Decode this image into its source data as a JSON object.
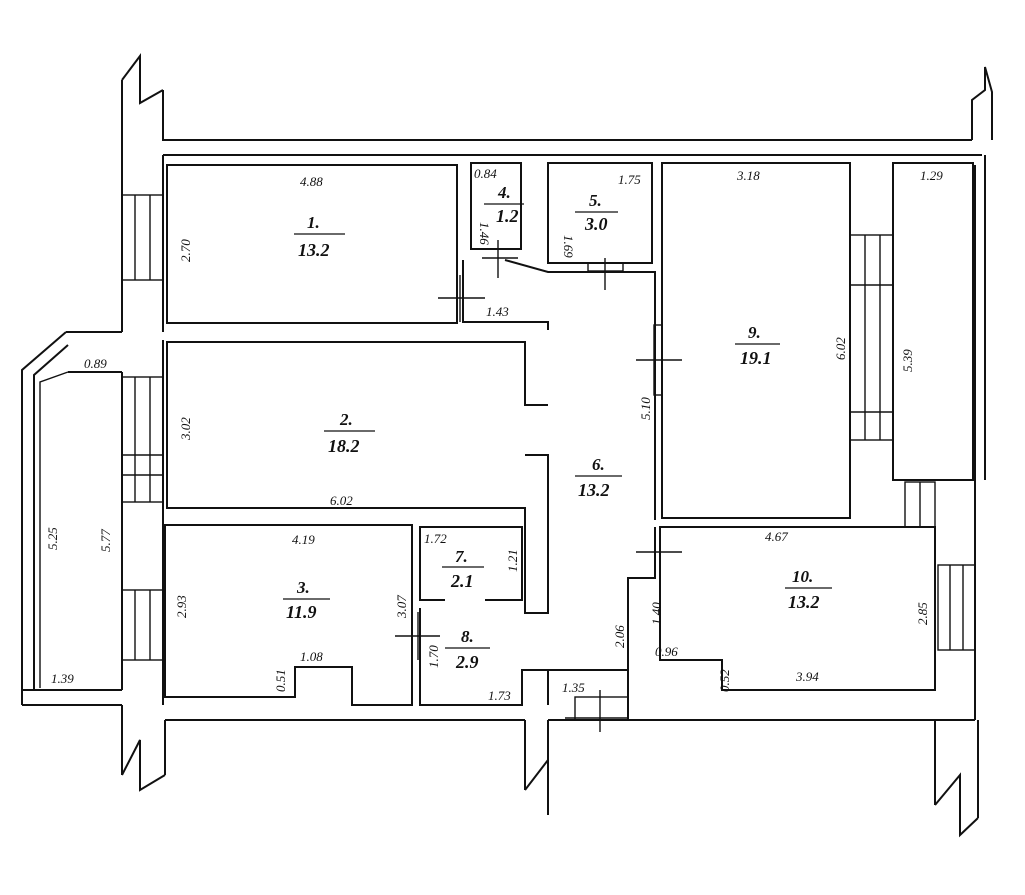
{
  "rooms": [
    {
      "number": "1.",
      "area": "13.2"
    },
    {
      "number": "2.",
      "area": "18.2"
    },
    {
      "number": "3.",
      "area": "11.9"
    },
    {
      "number": "4.",
      "area": "1.2"
    },
    {
      "number": "5.",
      "area": "3.0"
    },
    {
      "number": "6.",
      "area": "13.2"
    },
    {
      "number": "7.",
      "area": "2.1"
    },
    {
      "number": "8.",
      "area": "2.9"
    },
    {
      "number": "9.",
      "area": "19.1"
    },
    {
      "number": "10.",
      "area": "13.2"
    }
  ],
  "dimensions": {
    "r1_width": "4.88",
    "r1_height": "2.70",
    "r2_width": "6.02",
    "r2_height": "3.02",
    "r3_width": "4.19",
    "r3_height": "2.93",
    "r3_right": "3.07",
    "r3_notch_w": "1.08",
    "r3_notch_h": "0.51",
    "r4_width": "0.84",
    "r4_height": "1.46",
    "r5_width": "1.75",
    "r5_height": "1.69",
    "hall_width": "1.43",
    "hall_length": "5.10",
    "r7_width": "1.72",
    "r7_height": "1.21",
    "r8_height": "1.70",
    "r8_width": "1.73",
    "entry_width": "1.35",
    "entry_height": "2.06",
    "r9_width": "3.18",
    "r9_height": "6.02",
    "balcony_width": "1.29",
    "balcony_height": "5.39",
    "r10_width": "4.67",
    "r10_height": "2.85",
    "r10_left": "1.40",
    "r10_notch_w": "0.96",
    "r10_notch_h": "0.52",
    "r10_bottom": "3.94",
    "loggia_outer": "5.25",
    "loggia_inner": "5.77",
    "loggia_top": "0.89",
    "loggia_bottom": "1.39"
  }
}
